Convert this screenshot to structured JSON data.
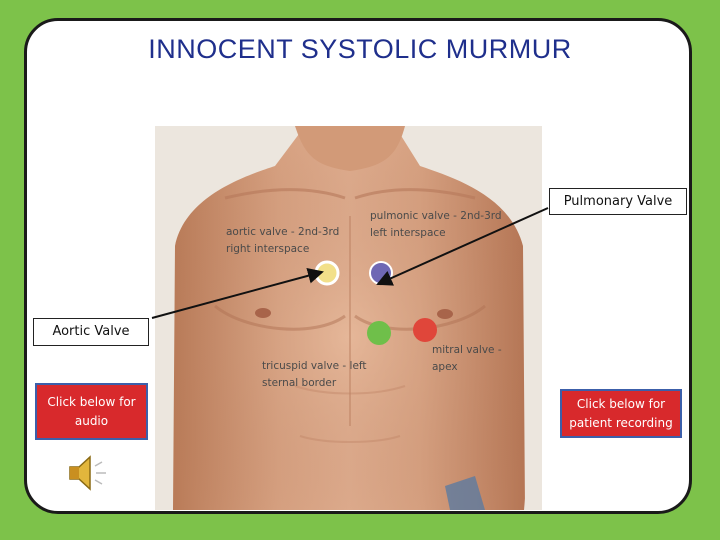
{
  "title": "INNOCENT SYSTOLIC MURMUR",
  "photo_labels": {
    "aortic": [
      "aortic valve - 2nd-3rd",
      "right interspace"
    ],
    "pulmonic": [
      "pulmonic valve - 2nd-3rd",
      "left interspace"
    ],
    "tricuspid": [
      "tricuspid valve - left",
      "sternal border"
    ],
    "mitral": [
      "mitral valve -",
      "apex"
    ]
  },
  "callouts": {
    "pulmonary": "Pulmonary Valve",
    "aortic": "Aortic Valve"
  },
  "buttons": {
    "audio": [
      "Click below for",
      "audio"
    ],
    "patient": [
      "Click below for",
      "patient recording"
    ]
  },
  "colors": {
    "background": "#7dc24a",
    "title": "#1f2f8c",
    "button": "#d8292c",
    "aortic_dot": "#f2e08a",
    "pulmonic_dot": "#6f68b4",
    "tricuspid_dot": "#6fbf4a",
    "mitral_dot": "#e0463a"
  },
  "icons": {
    "speaker": "speaker-icon"
  }
}
